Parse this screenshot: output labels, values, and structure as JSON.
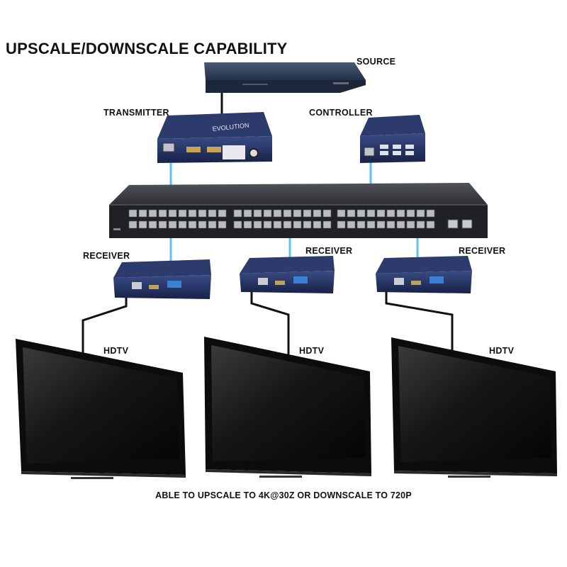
{
  "title": "UPSCALE/DOWNSCALE CAPABILITY",
  "labels": {
    "source": "SOURCE",
    "transmitter": "TRANSMITTER",
    "controller": "CONTROLLER",
    "receivers": [
      "RECEIVER",
      "RECEIVER",
      "RECEIVER"
    ],
    "hdtvs": [
      "HDTV",
      "HDTV",
      "HDTV"
    ]
  },
  "caption": "ABLE TO UPSCALE TO 4K@30Z OR DOWNSCALE TO 720P",
  "colors": {
    "device_blue": "#1f2a57",
    "switch_body": "#2b2d30",
    "network_cable": "#5bc3ee",
    "hdmi_cable": "#111111",
    "tv_bezel": "#0c0c0c"
  }
}
